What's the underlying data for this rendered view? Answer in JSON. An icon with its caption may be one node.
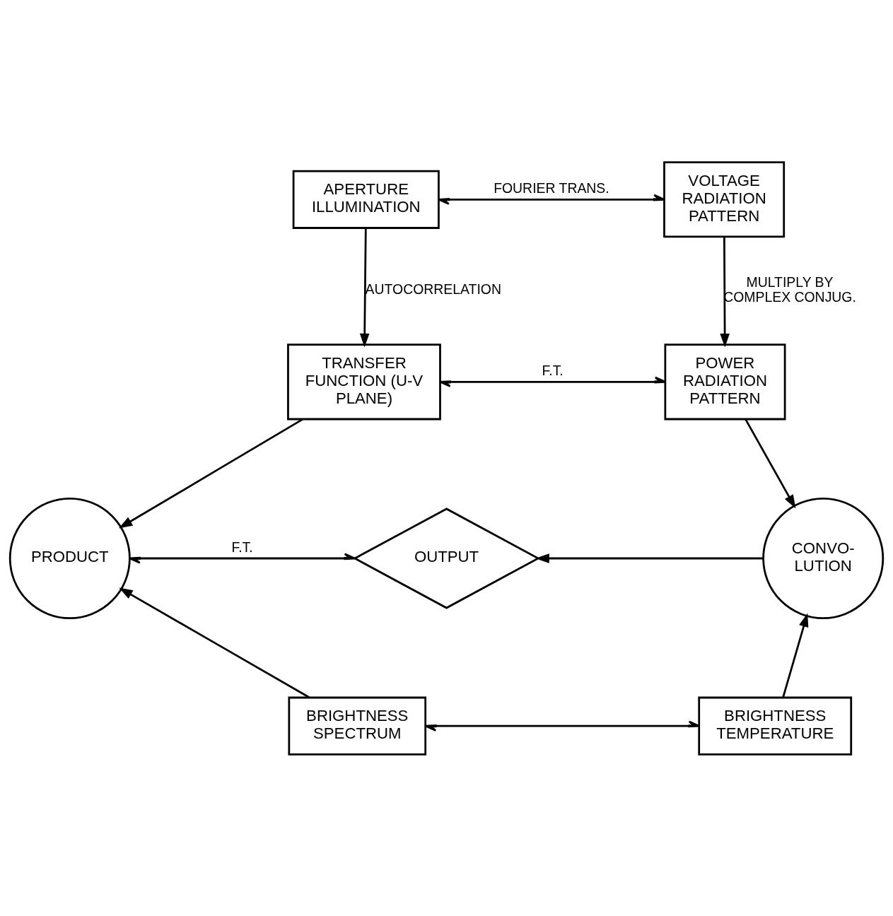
{
  "diagram": {
    "nodes": [
      {
        "text": [
          "APERTURE ILLUMINATION"
        ]
      },
      {
        "text": [
          "VOLTAGE RADIATION PATTERN"
        ]
      },
      {
        "text": [
          "TRANSFER FUNCTION (U-V PLANE)"
        ]
      },
      {
        "text": [
          "POWER RADIATION PATTERN"
        ]
      },
      {
        "text": [
          "PRODUCT"
        ]
      },
      {
        "text": [
          "OUTPUT"
        ]
      },
      {
        "text": [
          "CONVO- LUTION"
        ]
      },
      {
        "text": [
          "BRIGHTNESS SPECTRUM"
        ]
      },
      {
        "text": [
          "BRIGHTNESS TEMPERATURE"
        ]
      }
    ],
    "edges": [
      {
        "from": 0,
        "to": 1,
        "arrow": "both",
        "label": "FOURIER TRANS."
      },
      {
        "from": 0,
        "to": 2,
        "arrow": "to",
        "label": "AUTOCORRELATION"
      },
      {
        "from": 1,
        "to": 3,
        "arrow": "to",
        "label": "MULTIPLY BY COMPLEX CONJUG."
      },
      {
        "from": 2,
        "to": 3,
        "arrow": "both",
        "label": "F.T."
      },
      {
        "from": 2,
        "to": 4,
        "arrow": "to"
      },
      {
        "from": 3,
        "to": 6,
        "arrow": "to"
      },
      {
        "from": 4,
        "to": 5,
        "arrow": "both",
        "label": "F.T."
      },
      {
        "from": 6,
        "to": 5,
        "arrow": "to"
      },
      {
        "from": 7,
        "to": 4,
        "arrow": "to"
      },
      {
        "from": 8,
        "to": 6,
        "arrow": "to"
      },
      {
        "from": 7,
        "to": 8,
        "arrow": "both"
      }
    ]
  }
}
